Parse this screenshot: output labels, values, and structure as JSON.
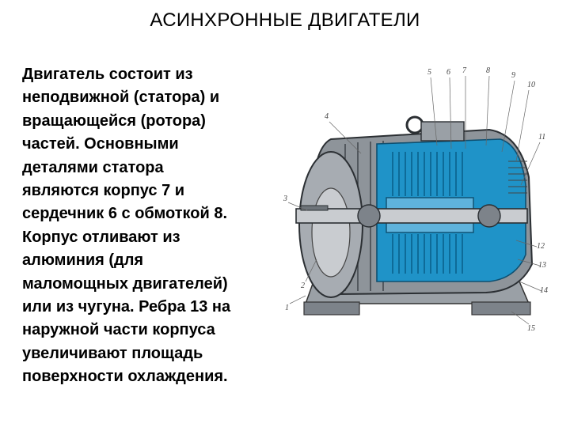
{
  "slide": {
    "title": "АСИНХРОННЫЕ ДВИГАТЕЛИ",
    "body_lines": [
      "Двигатель состоит из",
      "неподвижной (статора) и",
      "вращающейся (ротора)",
      "частей. Основными",
      "деталями статора",
      "являются корпус 7 и",
      "сердечник 6 с обмоткой 8.",
      "Корпус отливают из",
      "алюминия (для",
      "маломощных двигателей)",
      "или из чугуна. Ребра 13 на",
      "наружной части корпуса",
      "увеличивают площадь",
      "поверхности охлаждения."
    ]
  },
  "figure": {
    "callouts": [
      "5",
      "6",
      "7",
      "8",
      "9",
      "4",
      "10",
      "11",
      "3",
      "12",
      "2",
      "13",
      "1",
      "14",
      "15"
    ],
    "colors": {
      "steel": "#8e949a",
      "steel_dark": "#4a4f55",
      "steel_light": "#c9ccd0",
      "cutaway_blue": "#1f93c8",
      "cutaway_blue_dark": "#0e6b98"
    }
  }
}
